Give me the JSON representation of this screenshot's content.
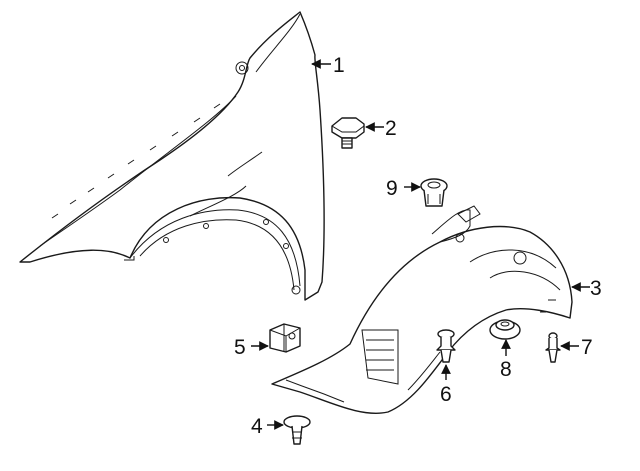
{
  "diagram": {
    "callouts": [
      {
        "id": "fender",
        "label": "1"
      },
      {
        "id": "bolt",
        "label": "2"
      },
      {
        "id": "liner",
        "label": "3"
      },
      {
        "id": "push-pin-clip",
        "label": "4"
      },
      {
        "id": "bracket",
        "label": "5"
      },
      {
        "id": "rivet-clip",
        "label": "6"
      },
      {
        "id": "screw",
        "label": "7"
      },
      {
        "id": "nut",
        "label": "8"
      },
      {
        "id": "grommet",
        "label": "9"
      }
    ]
  }
}
